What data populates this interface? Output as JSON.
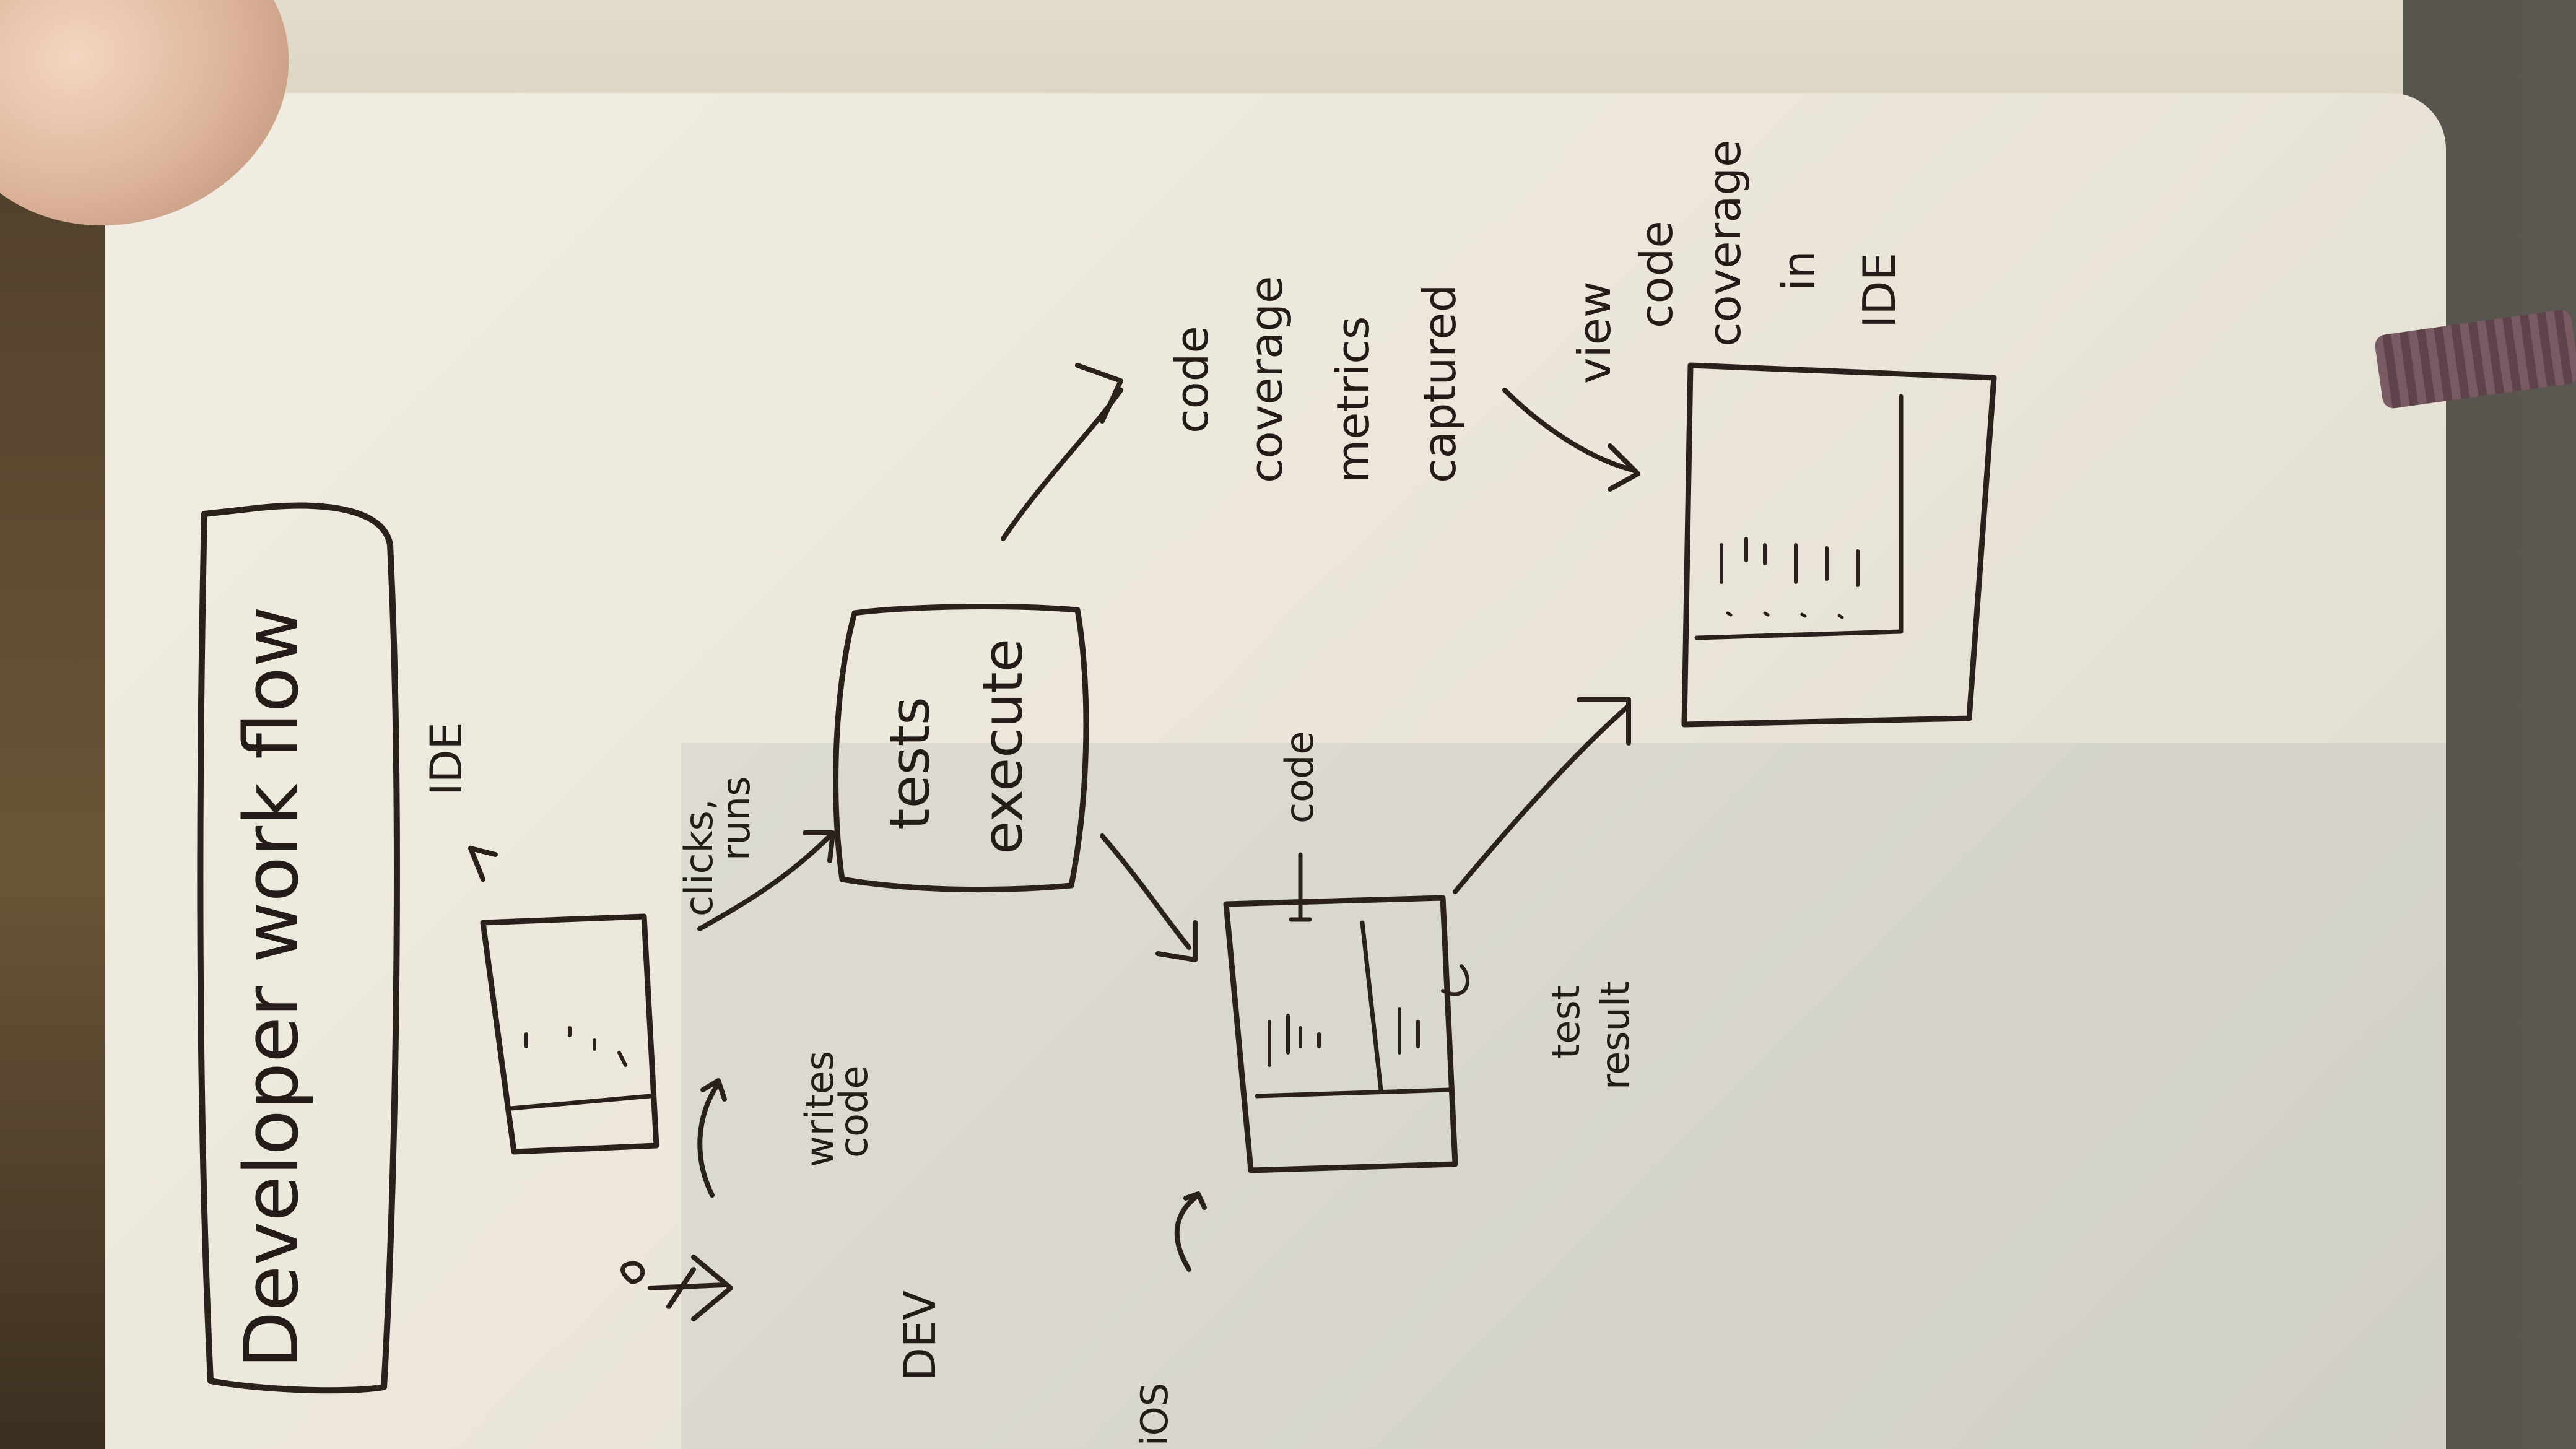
{
  "title": "Developer work flow",
  "labels": {
    "ide": "IDE",
    "dev": "DEV",
    "ios": "iOS",
    "writes_code": [
      "writes",
      "code"
    ],
    "clicks_run": [
      "clicks,",
      "runs"
    ],
    "tests_execute": [
      "tests",
      "execute"
    ],
    "code_pointer": "code",
    "test_result": [
      "test",
      "result"
    ],
    "coverage_captured": [
      "code",
      "coverage",
      "metrics",
      "captured"
    ],
    "view_coverage": [
      "view",
      "code",
      "coverage",
      "in",
      "IDE"
    ]
  },
  "colors": {
    "ink": "#2a211c",
    "paper": "#ebe6d9"
  }
}
